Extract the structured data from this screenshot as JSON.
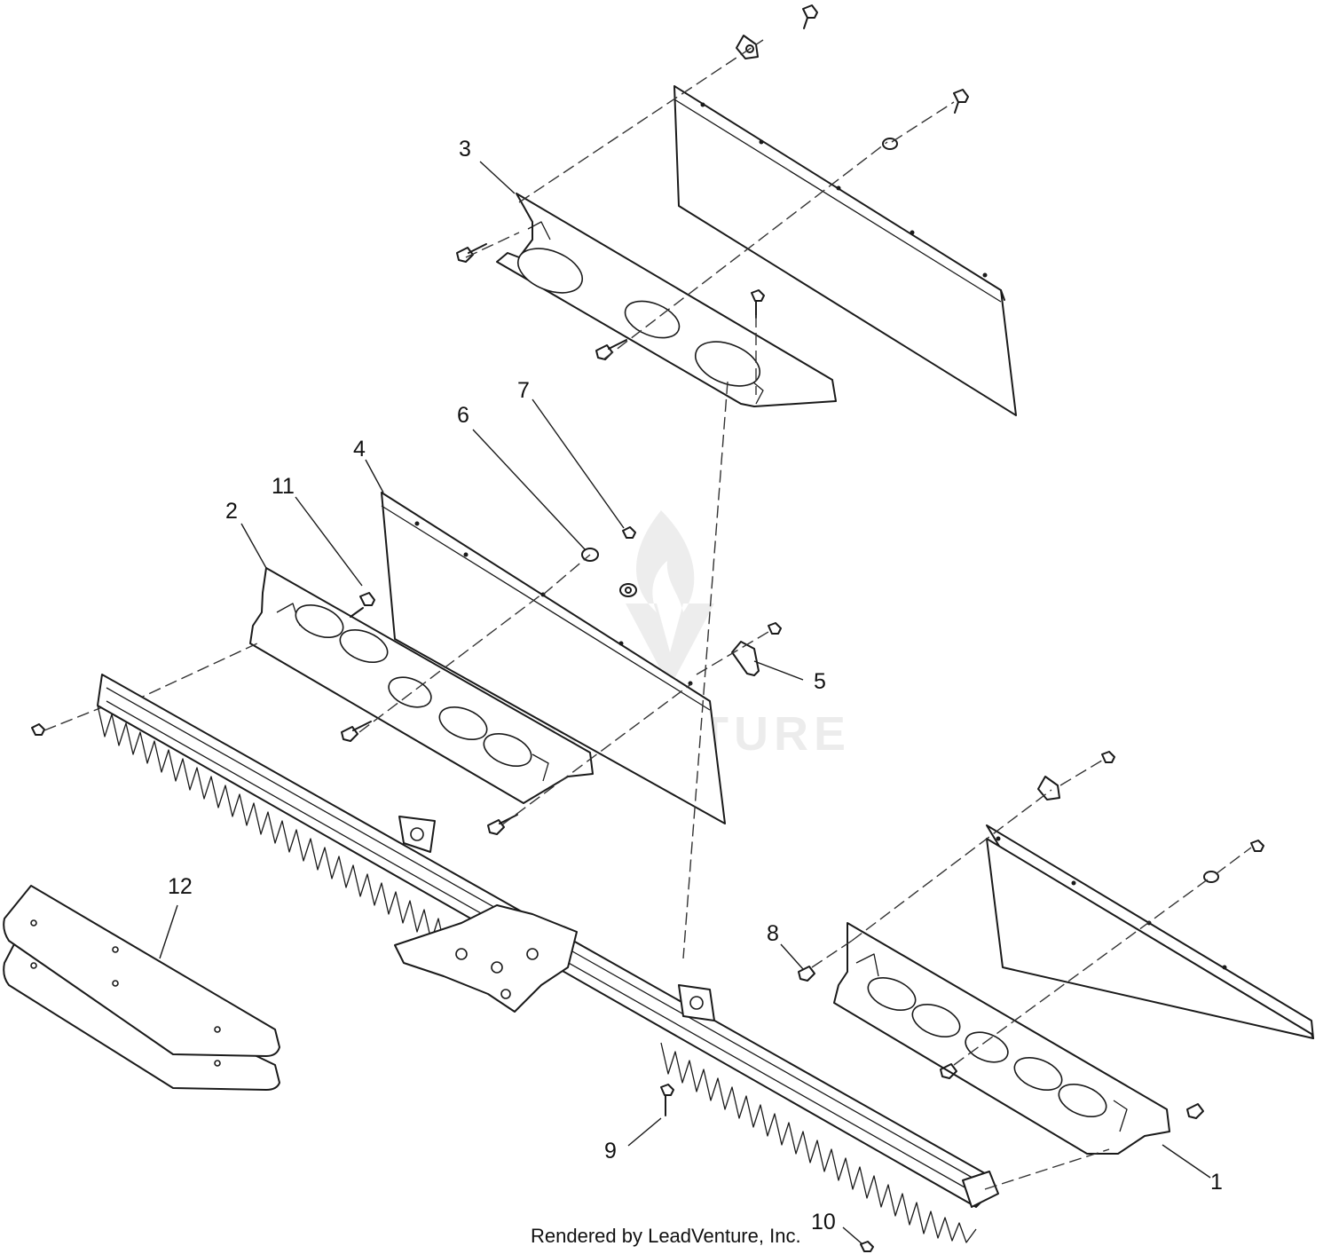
{
  "diagram": {
    "callouts": [
      {
        "label": "1"
      },
      {
        "label": "2"
      },
      {
        "label": "3"
      },
      {
        "label": "4"
      },
      {
        "label": "5"
      },
      {
        "label": "6"
      },
      {
        "label": "7"
      },
      {
        "label": "8"
      },
      {
        "label": "9"
      },
      {
        "label": "10"
      },
      {
        "label": "11"
      },
      {
        "label": "12"
      }
    ],
    "credit": "Rendered by LeadVenture, Inc.",
    "watermark": "LEADVENTURE"
  }
}
